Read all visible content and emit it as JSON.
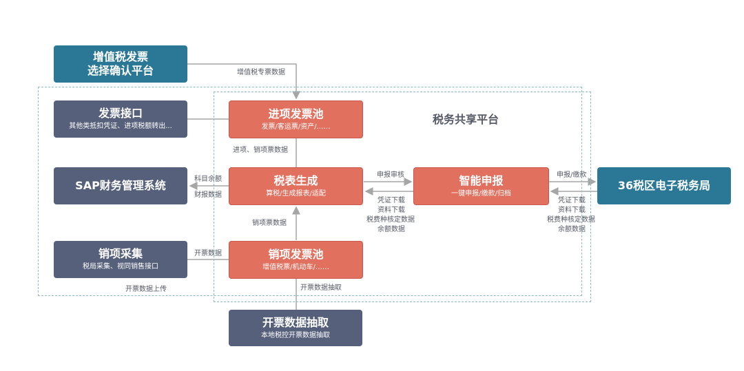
{
  "boxes": {
    "vat_platform": {
      "title_line1": "增值税发票",
      "title_line2": "选择确认平台"
    },
    "invoice_interface": {
      "title": "发票接口",
      "subtitle": "其他类抵扣凭证、进项税额转出..."
    },
    "sap": {
      "title": "SAP财务管理系统"
    },
    "sales_collection": {
      "title": "销项采集",
      "subtitle": "税局采集、视同销售接口"
    },
    "input_pool": {
      "title": "进项发票池",
      "subtitle": "发票/客运票/资产/……"
    },
    "tax_generation": {
      "title": "税表生成",
      "subtitle": "算税/生成报表/适配"
    },
    "smart_declare": {
      "title": "智能申报",
      "subtitle": "一键申报/缴款/归档"
    },
    "output_pool": {
      "title": "销项发票池",
      "subtitle": "增值税票/机动车/……"
    },
    "tax_bureau": {
      "title": "36税区电子税务局"
    },
    "invoice_extract": {
      "title": "开票数据抽取",
      "subtitle": "本地税控开票数据抽取"
    }
  },
  "platform_title": "税务共享平台",
  "labels": {
    "vat_special": "增值税专票数据",
    "io_data": "进项、销项票数据",
    "subject_balance": "科目余额",
    "finance_data": "财报数据",
    "sales_ticket_data": "销项票数据",
    "invoicing_data": "开票数据",
    "invoicing_upload": "开票数据上传",
    "invoicing_extract": "开票数据抽取",
    "declare_review": "申报审核",
    "decl_pay": "申报/缴款",
    "down_left": [
      "凭证下载",
      "资料下载",
      "税费种核定数据",
      "余额数据"
    ],
    "down_right": [
      "凭证下载",
      "资料下载",
      "税费种核定数据",
      "余额数据"
    ]
  },
  "colors": {
    "teal": "#2a7896",
    "slate": "#56607a",
    "red": "#e2705f",
    "connector": "#a6a6a6",
    "dashed_border": "#8fb9c9"
  }
}
